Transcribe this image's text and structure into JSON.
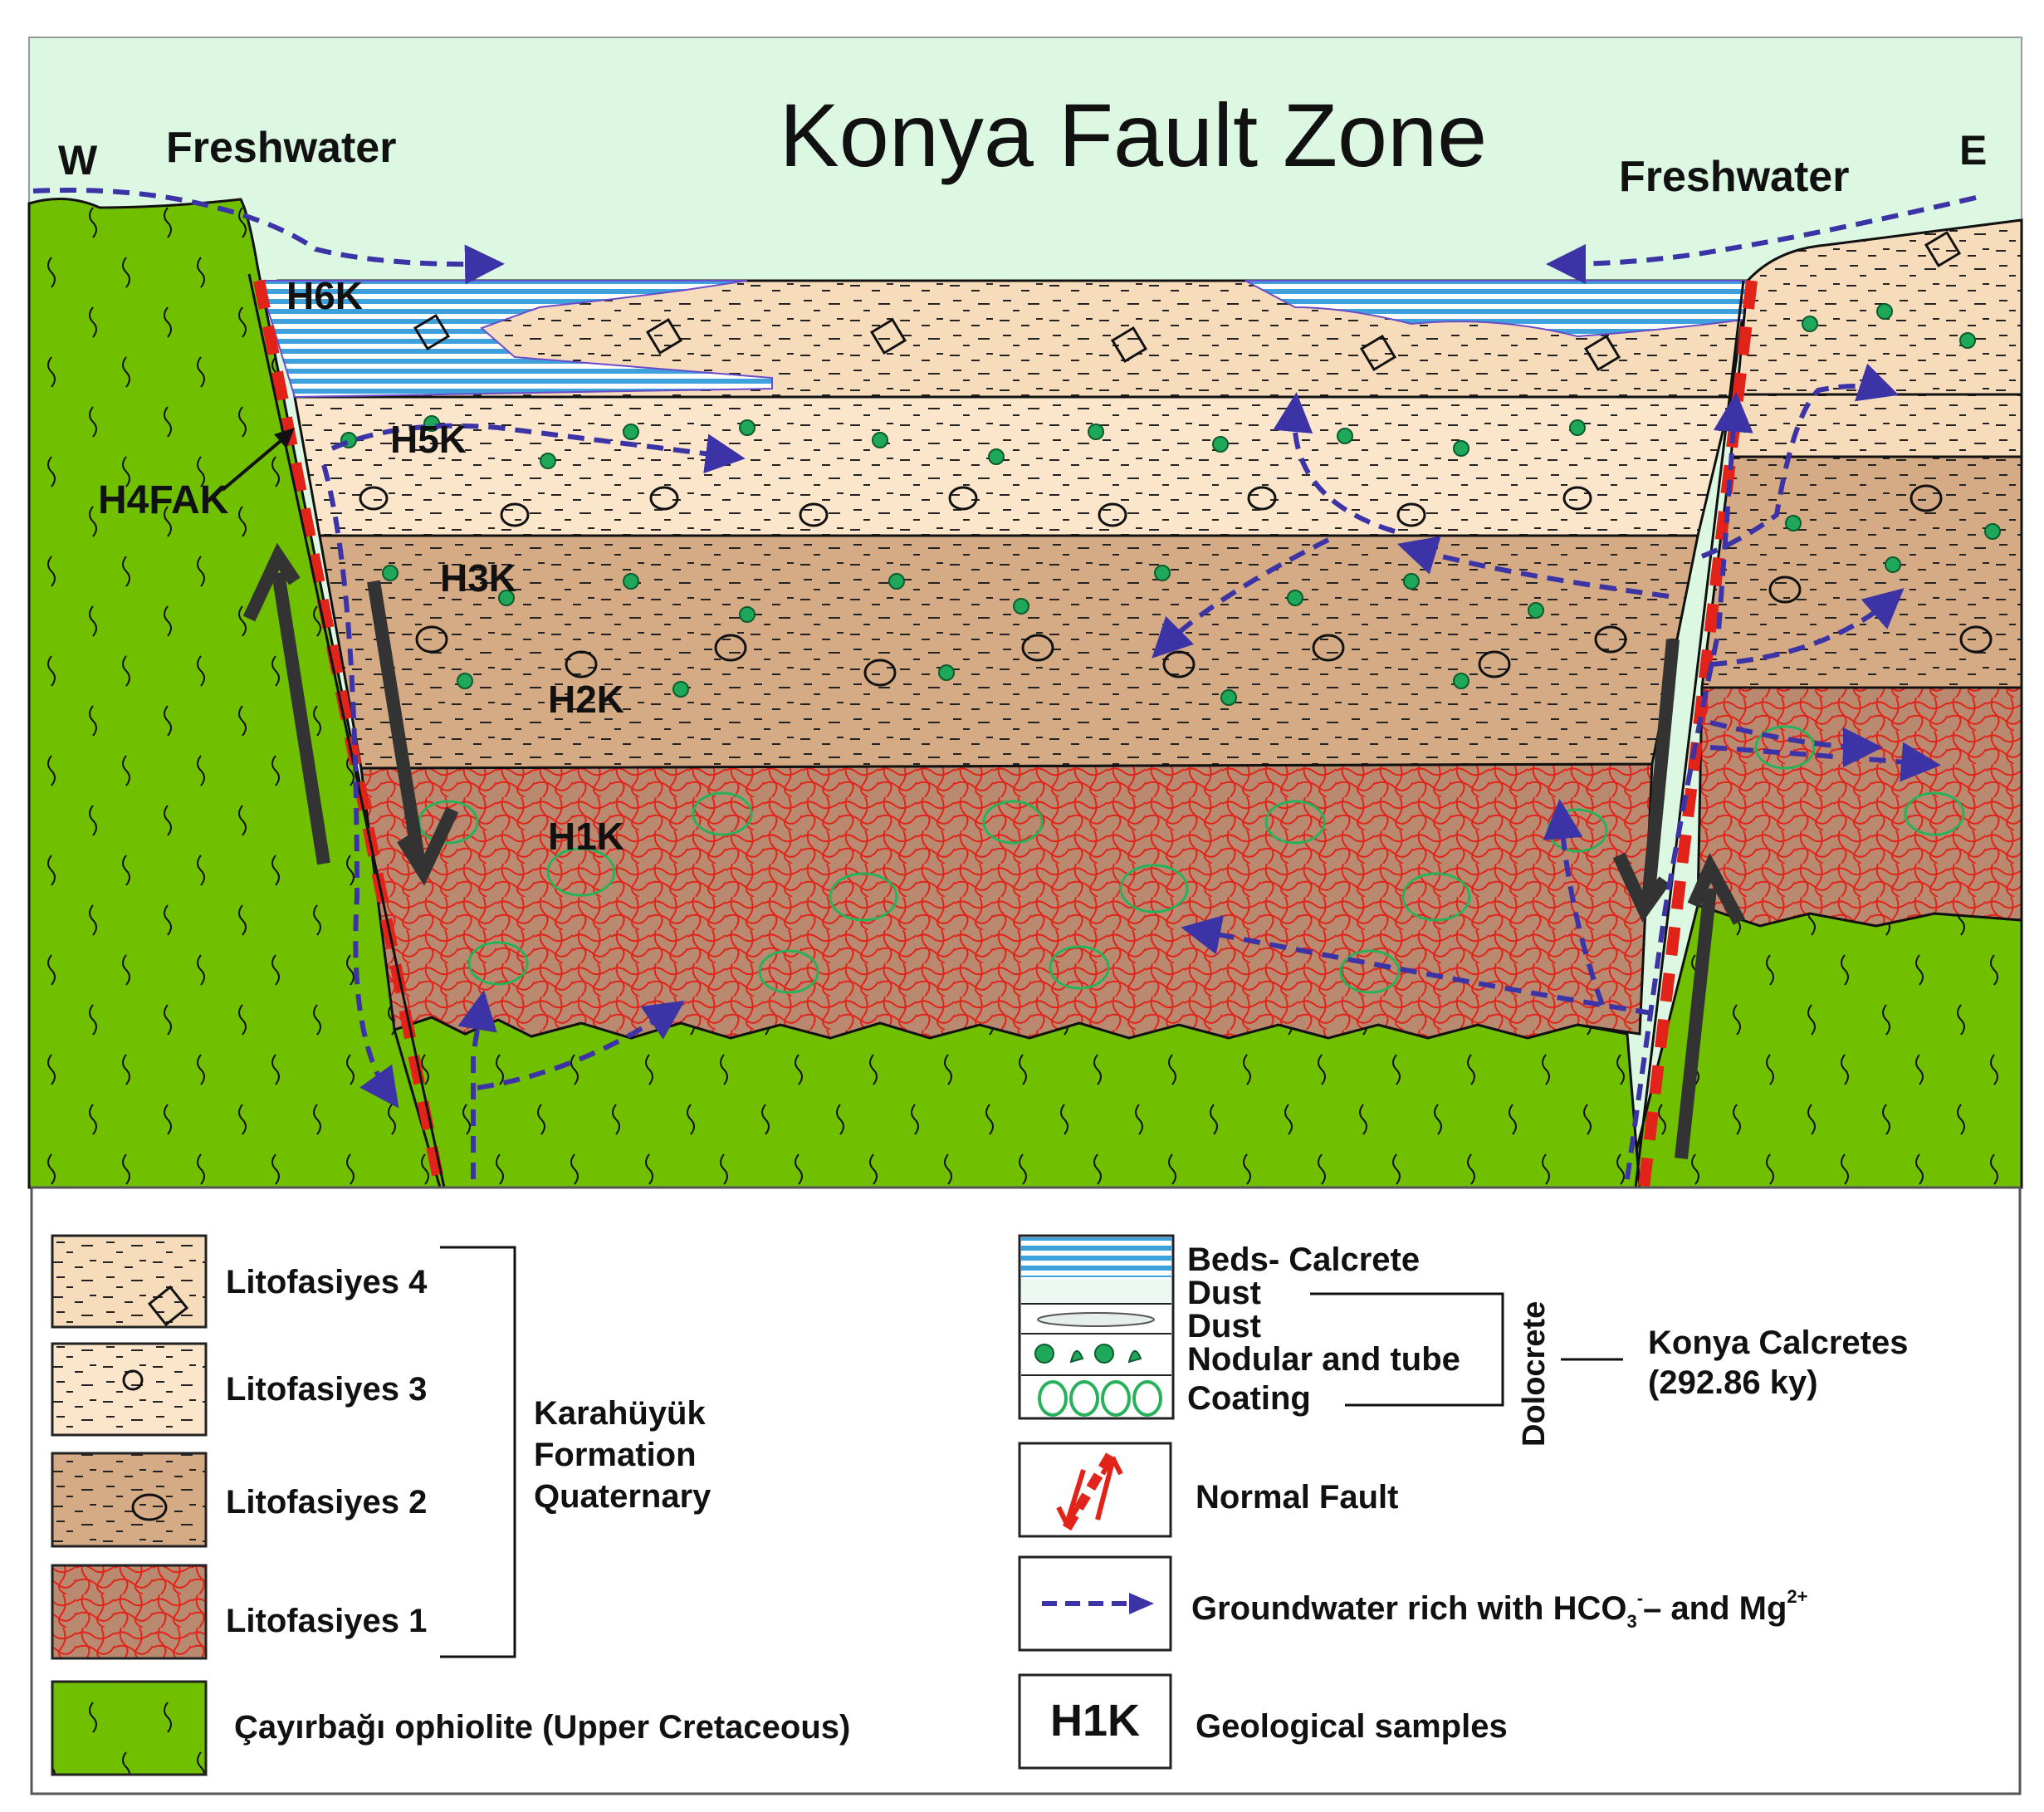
{
  "title": "Konya Fault Zone",
  "directions": {
    "west": "W",
    "east": "E"
  },
  "freshwater_left": "Freshwater",
  "freshwater_right": "Freshwater",
  "samples": [
    "H6K",
    "H5K",
    "H4FAK",
    "H3K",
    "H2K",
    "H1K"
  ],
  "legend": {
    "lito4": "Litofasiyes 4",
    "lito3": "Litofasiyes 3",
    "lito2": "Litofasiyes 2",
    "lito1": "Litofasiyes 1",
    "formation_line1": "Karahüyük",
    "formation_line2": "Formation",
    "formation_line3": "Quaternary",
    "ophiolite": "Çayırbağı ophiolite (Upper Cretaceous)",
    "beds_calcrete": "Beds- Calcrete",
    "dust1": "Dust",
    "dust2": "Dust",
    "nodular": "Nodular and tube",
    "coating": "Coating",
    "dolocrete": "Dolocrete",
    "konya_calcretes_line1": "Konya Calcretes",
    "konya_calcretes_line2": "(292.86 ky)",
    "normal_fault": "Normal Fault",
    "groundwater_prefix": "Groundwater rich with HCO",
    "groundwater_sub": "3",
    "groundwater_sup1": "-",
    "groundwater_mid": "– and Mg",
    "groundwater_sup2": "2+",
    "sample_box_label": "H1K",
    "geological_samples": "Geological samples"
  },
  "colors": {
    "sky": "#dcf7e2",
    "ophiolite": "#70c000",
    "lito4": "#f7dcbc",
    "lito3": "#fbe6cc",
    "lito2": "#d4ab84",
    "lito1": "#b98a6f",
    "lito1_net": "#e2231a",
    "calcrete_blue": "#3fa1dc",
    "fault_red": "#e2231a",
    "groundwater": "#3c34a6",
    "nodule_green": "#1fa75a",
    "fault_arrow": "#333333"
  }
}
